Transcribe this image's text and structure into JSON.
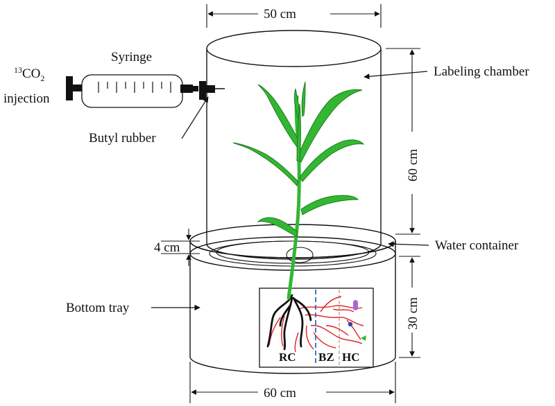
{
  "labels": {
    "top_width": "50 cm",
    "bottom_width": "60 cm",
    "chamber_height": "60 cm",
    "tray_height": "30 cm",
    "rim_height": "4 cm",
    "syringe": "Syringe",
    "co2_sup": "13",
    "co2_main": "CO",
    "co2_sub": "2",
    "injection": "injection",
    "butyl": "Butyl rubber",
    "labeling_chamber": "Labeling chamber",
    "water_container": "Water container",
    "bottom_tray": "Bottom tray",
    "zone_rc": "RC",
    "zone_bz": "BZ",
    "zone_hc": "HC"
  },
  "colors": {
    "leaf": "#33b733",
    "leaf_edge": "#1d7a1d",
    "root_black": "#111111",
    "root_red": "#e02020",
    "bz_line": "#3b7fc4",
    "hc_line": "#b9a98a",
    "purple": "#a66ad0",
    "blue_dot": "#3344aa"
  }
}
